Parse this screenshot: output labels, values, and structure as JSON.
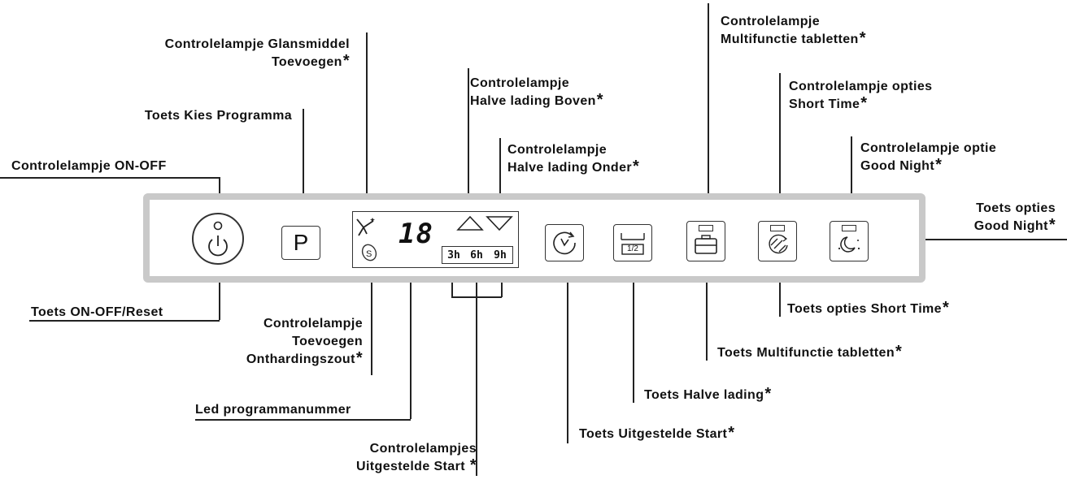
{
  "labels": {
    "glansmiddel_1": "Controlelampje Glansmiddel",
    "glansmiddel_2": "Toevoegen",
    "kies_programma": "Toets Kies Programma",
    "on_off_lamp": "Controlelampje ON-OFF",
    "halve_boven_1": "Controlelampje",
    "halve_boven_2": "Halve lading Boven",
    "halve_onder_1": "Controlelampje",
    "halve_onder_2": "Halve lading Onder",
    "multi_lamp_1": "Controlelampje",
    "multi_lamp_2": "Multifunctie tabletten",
    "short_lamp_1": "Controlelampje opties",
    "short_lamp_2": "Short Time",
    "night_lamp_1": "Controlelampje optie",
    "night_lamp_2": "Good Night",
    "night_key_1": "Toets opties",
    "night_key_2": "Good Night",
    "on_off_reset": "Toets ON-OFF/Reset",
    "zout_1": "Controlelampje",
    "zout_2": "Toevoegen",
    "zout_3": "Onthardingszout",
    "led_programma": "Led programmanummer",
    "uitgestelde_lampjes_1": "Controlelampjes",
    "uitgestelde_lampjes_2": "Uitgestelde Start",
    "uitgestelde_toets": "Toets Uitgestelde Start",
    "halve_toets": "Toets Halve lading",
    "multi_toets": "Toets Multifunctie tabletten",
    "short_toets": "Toets opties Short Time",
    "asterisk": "*"
  },
  "panel": {
    "program_button_label": "P",
    "display_digits": "18",
    "delay_options": [
      "3h",
      "6h",
      "9h"
    ],
    "half_load_fraction": "1/2",
    "salt_symbol": "S"
  }
}
